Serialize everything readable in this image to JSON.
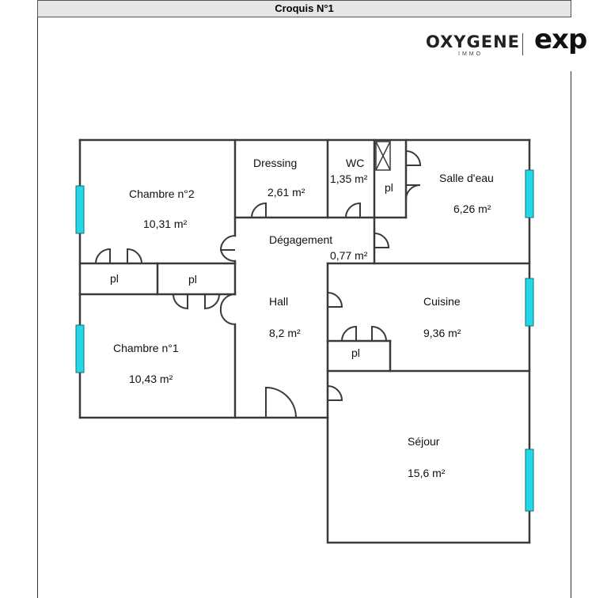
{
  "header": {
    "title": "Croquis N°1"
  },
  "logo": {
    "brand": "OXYGENE",
    "sub": "IMMO",
    "partner": "exp"
  },
  "rooms": {
    "chambre2": {
      "name": "Chambre n°2",
      "area": "10,31  m²"
    },
    "dressing": {
      "name": "Dressing",
      "area": "2,61  m²"
    },
    "wc": {
      "name": "WC",
      "area": "1,35  m²"
    },
    "salle_eau": {
      "name": "Salle d'eau",
      "area": "6,26  m²"
    },
    "degagement": {
      "name": "Dégagement",
      "area": "0,77  m²"
    },
    "hall": {
      "name": "Hall",
      "area": "8,2  m²"
    },
    "cuisine": {
      "name": "Cuisine",
      "area": "9,36  m²"
    },
    "chambre1": {
      "name": "Chambre n°1",
      "area": "10,43  m²"
    },
    "sejour": {
      "name": "Séjour",
      "area": "15,6  m²"
    }
  },
  "closets": {
    "label": "pl"
  },
  "colors": {
    "window": "#22d8e6",
    "wall": "#3a3a3a"
  }
}
